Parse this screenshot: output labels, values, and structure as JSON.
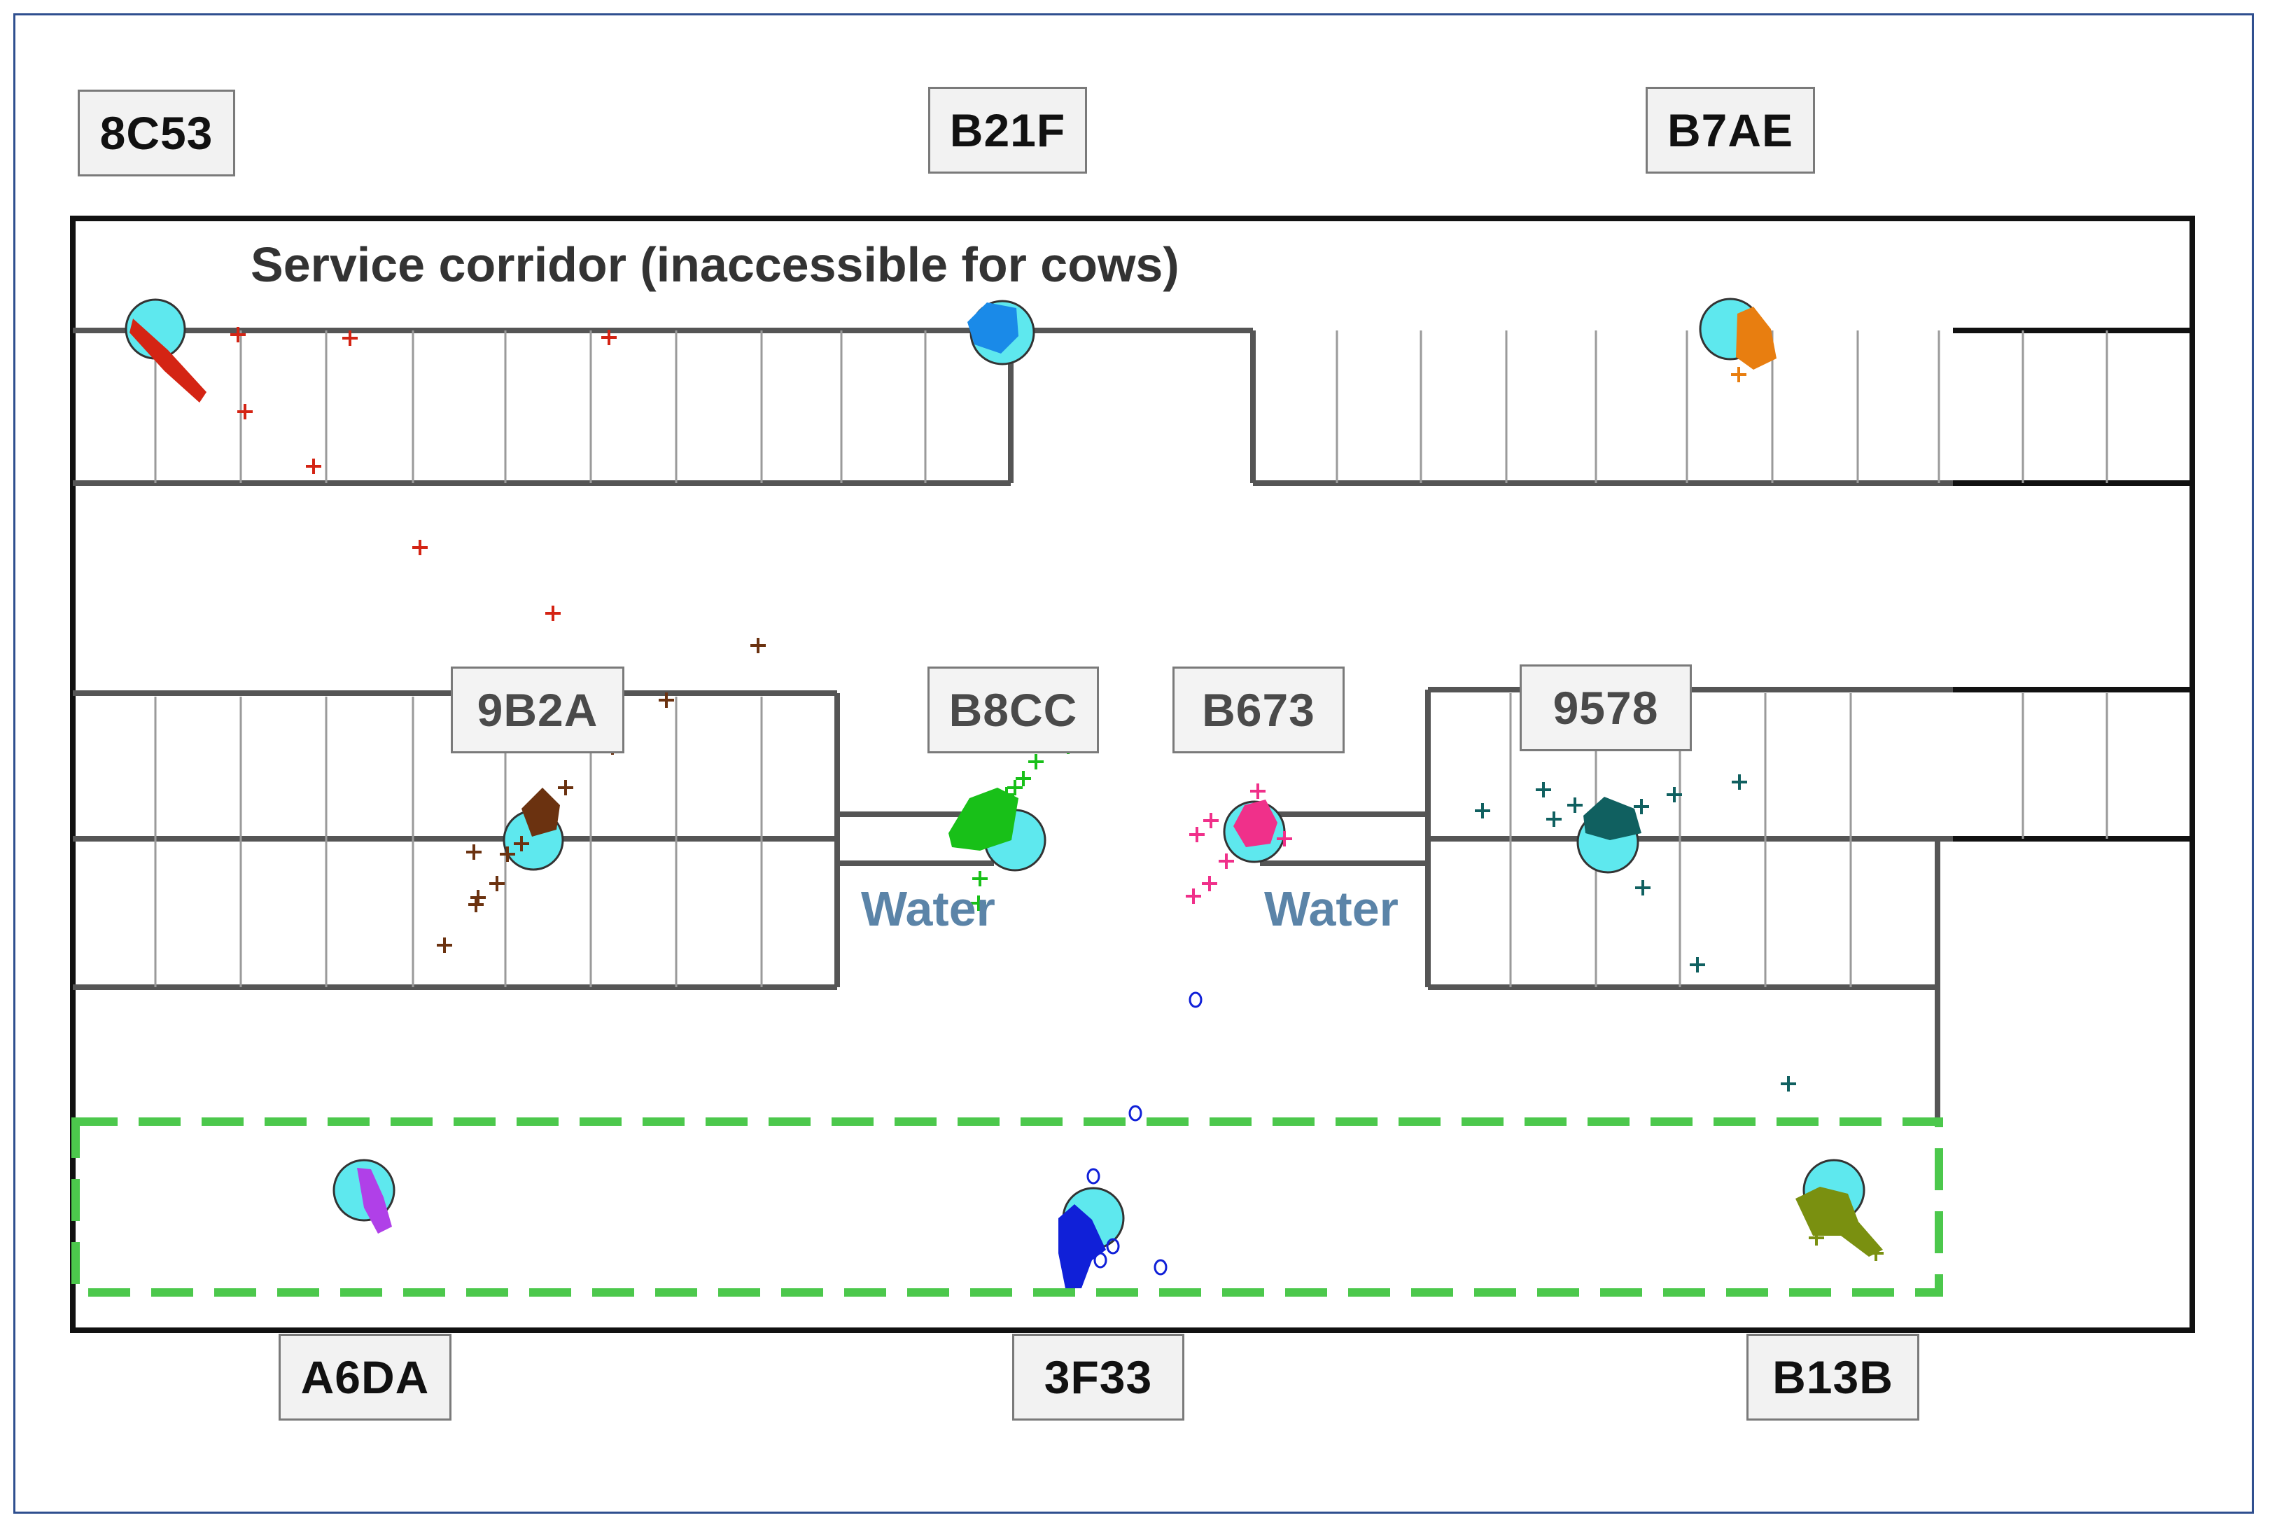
{
  "labels": {
    "service_corridor": "Service corridor (inaccessible for cows)",
    "water_left": "Water",
    "water_right": "Water"
  },
  "cow_tags": {
    "c8C53": "8C53",
    "cB21F": "B21F",
    "cB7AE": "B7AE",
    "c9B2A": "9B2A",
    "cB8CC": "B8CC",
    "cB673": "B673",
    "c9578": "9578",
    "cA6DA": "A6DA",
    "c3F33": "3F33",
    "cB13B": "B13B"
  },
  "colors": {
    "estimate_circle": "#5ee8ee",
    "cow_8C53": "#d42414",
    "cow_B21F": "#1a8ae8",
    "cow_B7AE": "#e87e10",
    "cow_9B2A": "#6b3210",
    "cow_B8CC": "#18c018",
    "cow_B673": "#f0308a",
    "cow_9578": "#106060",
    "cow_A6DA": "#b040e8",
    "cow_3F33": "#1020d8",
    "cow_B13B": "#7a9010",
    "feeding_zone": "#4cc84c",
    "walls": "#555555"
  }
}
